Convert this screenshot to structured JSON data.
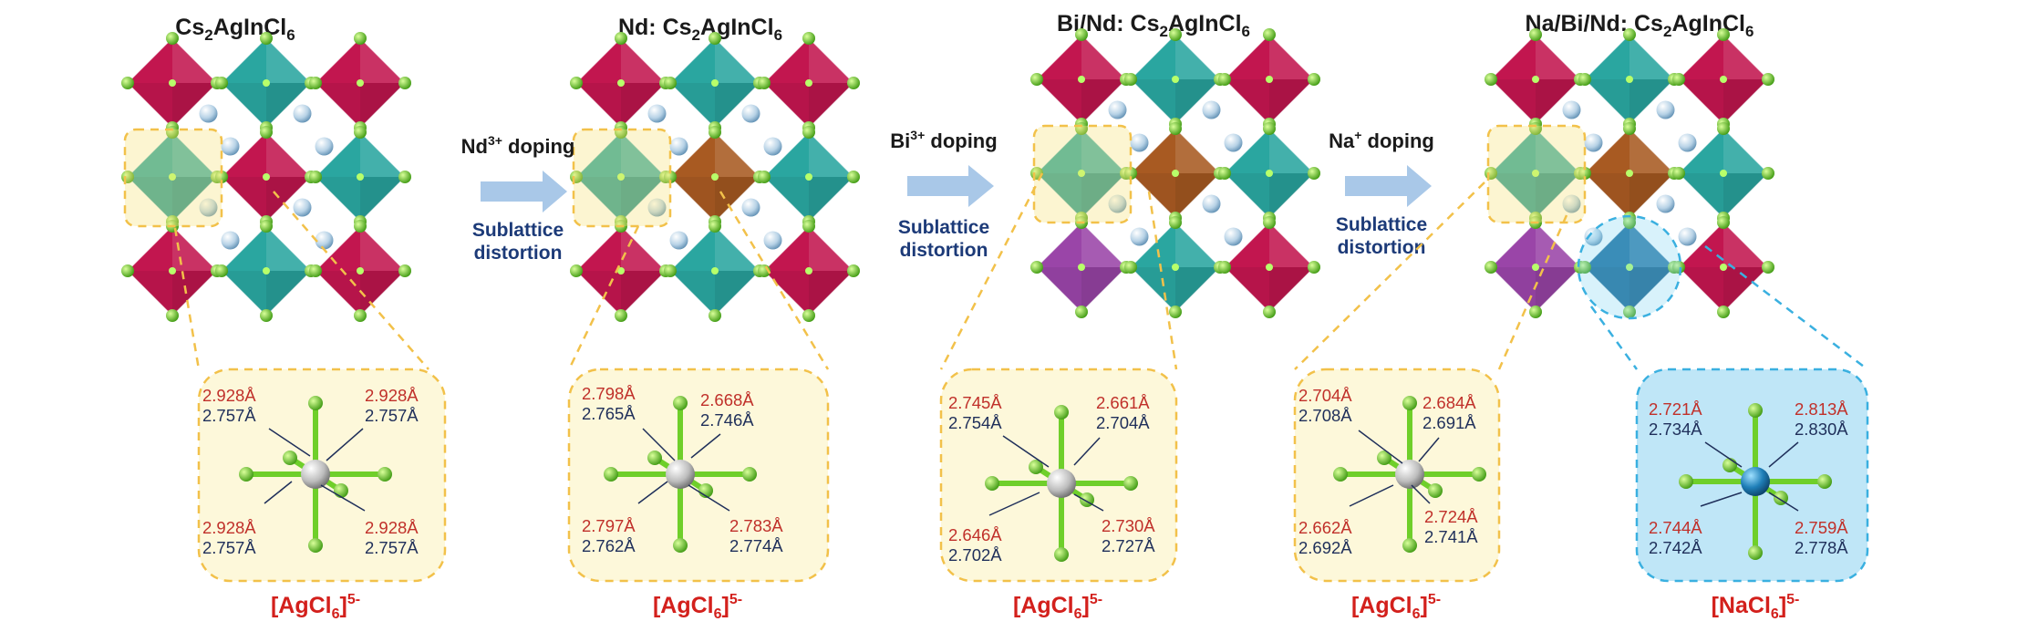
{
  "colors": {
    "red_octahedron": "#c2164f",
    "teal_octahedron": "#2aa6a0",
    "nd_octahedron": "#a85a22",
    "bi_octahedron": "#9a45a8",
    "na_octahedron": "#1d6fa0",
    "chlorine": "#7ed321",
    "cesium": "#a9c7dd",
    "highlight_yellow": "#f2c14a",
    "highlight_blue": "#3ab0e0",
    "arrow": "#a9c8e8",
    "bond_red": "#c0302a",
    "bond_blue": "#1f2f5a"
  },
  "panels": [
    {
      "title_main": "Cs",
      "title_sub1": "2",
      "title_mid": "AgInCl",
      "title_sub2": "6",
      "cluster_label_main": "[AgCl",
      "cluster_label_sub": "6",
      "cluster_label_end": "]",
      "cluster_label_sup": "5-",
      "distances": [
        {
          "red": "2.928Å",
          "blue": "2.757Å"
        },
        {
          "red": "2.928Å",
          "blue": "2.757Å"
        },
        {
          "red": "2.928Å",
          "blue": "2.757Å"
        },
        {
          "red": "2.928Å",
          "blue": "2.757Å"
        }
      ]
    },
    {
      "title_prefix": "Nd: ",
      "title_main": "Cs",
      "title_sub1": "2",
      "title_mid": "AgInCl",
      "title_sub2": "6",
      "cluster_label_main": "[AgCl",
      "cluster_label_sub": "6",
      "cluster_label_end": "]",
      "cluster_label_sup": "5-",
      "distances": [
        {
          "red": "2.798Å",
          "blue": "2.765Å"
        },
        {
          "red": "2.668Å",
          "blue": "2.746Å"
        },
        {
          "red": "2.797Å",
          "blue": "2.762Å"
        },
        {
          "red": "2.783Å",
          "blue": "2.774Å"
        }
      ]
    },
    {
      "title_prefix": "Bi/Nd: ",
      "title_main": "Cs",
      "title_sub1": "2",
      "title_mid": "AgInCl",
      "title_sub2": "6",
      "cluster_label_main": "[AgCl",
      "cluster_label_sub": "6",
      "cluster_label_end": "]",
      "cluster_label_sup": "5-",
      "distances": [
        {
          "red": "2.745Å",
          "blue": "2.754Å"
        },
        {
          "red": "2.661Å",
          "blue": "2.704Å"
        },
        {
          "red": "2.646Å",
          "blue": "2.702Å"
        },
        {
          "red": "2.730Å",
          "blue": "2.727Å"
        }
      ]
    },
    {
      "title_prefix": "Na/Bi/Nd: ",
      "title_main": "Cs",
      "title_sub1": "2",
      "title_mid": "AgInCl",
      "title_sub2": "6",
      "cluster_label_main": "[AgCl",
      "cluster_label_sub": "6",
      "cluster_label_end": "]",
      "cluster_label_sup": "5-",
      "distances": [
        {
          "red": "2.704Å",
          "blue": "2.708Å"
        },
        {
          "red": "2.684Å",
          "blue": "2.691Å"
        },
        {
          "red": "2.662Å",
          "blue": "2.692Å"
        },
        {
          "red": "2.724Å",
          "blue": "2.741Å"
        }
      ]
    },
    {
      "cluster_label_main": "[NaCl",
      "cluster_label_sub": "6",
      "cluster_label_end": "]",
      "cluster_label_sup": "5-",
      "distances": [
        {
          "red": "2.721Å",
          "blue": "2.734Å"
        },
        {
          "red": "2.813Å",
          "blue": "2.830Å"
        },
        {
          "red": "2.744Å",
          "blue": "2.742Å"
        },
        {
          "red": "2.759Å",
          "blue": "2.778Å"
        }
      ]
    }
  ],
  "arrows": [
    {
      "top_main": "Nd",
      "top_sup": "3+",
      "top_end": " doping",
      "bottom_line1": "Sublattice",
      "bottom_line2": "distortion"
    },
    {
      "top_main": "Bi",
      "top_sup": "3+",
      "top_end": " doping",
      "bottom_line1": "Sublattice",
      "bottom_line2": "distortion"
    },
    {
      "top_main": "Na",
      "top_sup": "+",
      "top_end": " doping",
      "bottom_line1": "Sublattice",
      "bottom_line2": "distortion"
    }
  ]
}
